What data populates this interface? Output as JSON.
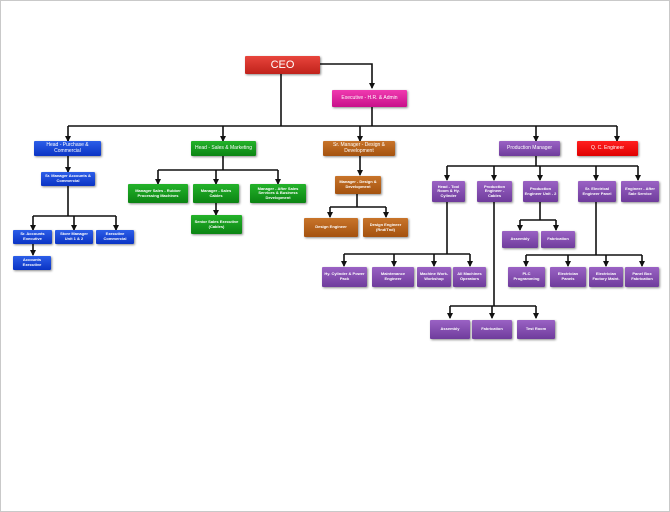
{
  "diagram": {
    "nodes": {
      "ceo": "CEO",
      "exec_hr": "Executive - H.R. & Admin",
      "head_purchase": "Head - Purchase & Commercial",
      "head_sales": "Head - Sales & Marketing",
      "sr_mgr_design": "Sr. Manager - Design & Development",
      "prod_mgr": "Production Manager",
      "qc_engineer": "Q. C. Engineer",
      "sr_mgr_accounts": "Sr. Manager Accounts & Commercial",
      "sr_acc_exec": "Sr. Accounts Executive",
      "store_mgr": "Store Manager Unit 1 & 2",
      "exec_commercial": "Executive Commercial",
      "acc_exec": "Accounts Executive",
      "mgr_sales_rubber": "Manager Sales - Rubber Processing Machines",
      "mgr_sales_cables": "Manager - Sales Cables",
      "mgr_after_sales": "Manager - After Sales Services & Business Development",
      "senior_sales_exec": "Senior Sales Executive (Cables)",
      "mgr_design": "Manager - Design & Development",
      "design_engineer": "Design Engineer",
      "design_engineer_rnd": "Design Engineer (Rnd/Tnd)",
      "head_tool_room": "Head - Tool Room & Hy. Cylinder",
      "prod_eng_cables": "Production Engineer - Cables",
      "prod_eng_unit2": "Production Engineer Unit - 2",
      "sr_elec_eng": "Sr. Electrical Engineer Panel",
      "eng_after_sales": "Engineer - After Sale Service",
      "hy_cylinder": "Hy. Cylinder & Power Pack",
      "maint_eng": "Maintenance Engineer",
      "machine_workshop": "Machine Work-Workshop",
      "all_machines_ops": "All Machines Operators",
      "assembly1": "Assembly",
      "fabrication1": "Fabrication",
      "plc_prog": "PLC Programming",
      "electrician_panels": "Electrician Panels",
      "electrician_factory": "Electrician Factory Maint.",
      "panel_fabrication": "Panel Box Fabrication",
      "assembly2": "Assembly",
      "fabrication2": "Fabrication",
      "test_room": "Test Room"
    },
    "colors": {
      "ceo": "#d0271f",
      "hr": "#e01ea0",
      "purchase": "#1a47d6",
      "sales": "#129a1e",
      "design": "#b8631c",
      "production": "#8650b4",
      "qc": "#ff1010",
      "connector": "#111111"
    }
  }
}
